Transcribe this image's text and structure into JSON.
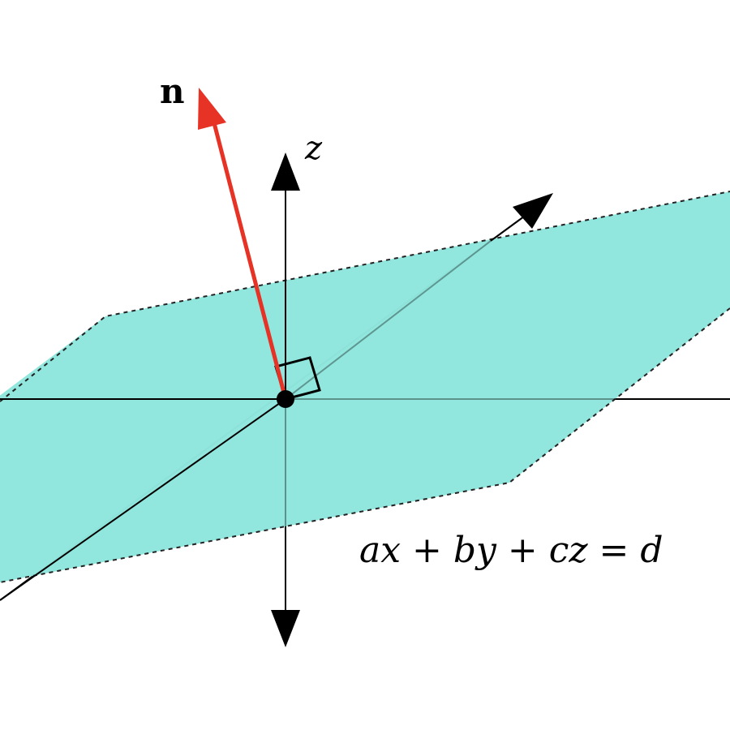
{
  "diagram": {
    "normal_label": "n",
    "z_axis_label": "z",
    "equation": "ax + by + cz = d",
    "colors": {
      "plane_fill": "#8fe5dc",
      "normal_vector": "#e63325",
      "axes": "#000000",
      "background": "#ffffff"
    },
    "icons": [
      "origin-point",
      "right-angle-marker",
      "arrowhead"
    ]
  }
}
